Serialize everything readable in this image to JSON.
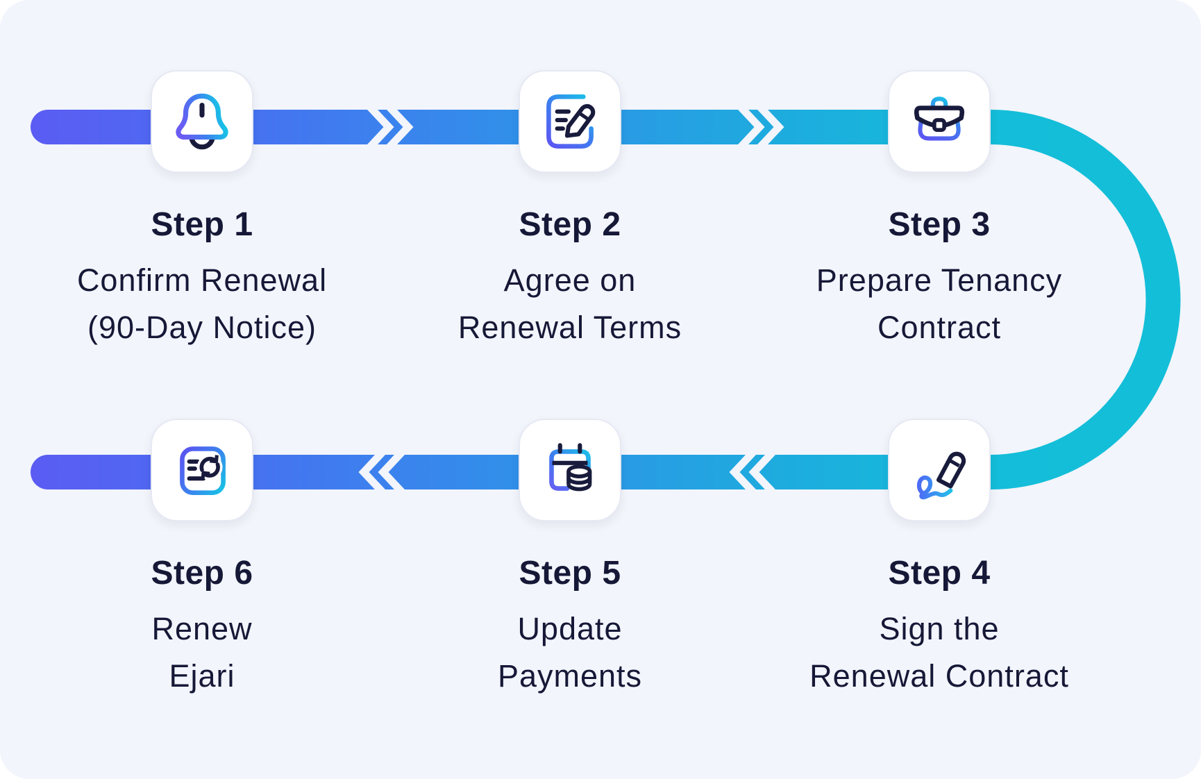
{
  "colors": {
    "panel_background": "#f2f5fb",
    "band_gradient_start": "#5b5cf3",
    "band_gradient_mid": "#3b82ee",
    "band_gradient_end": "#14bdd9",
    "icon_stroke_dark": "#191b3c",
    "text": "#161837",
    "card_background": "#ffffff",
    "card_border": "#e6e9f3"
  },
  "flow": {
    "top_row_direction": "left-to-right",
    "bottom_row_direction": "right-to-left"
  },
  "steps": [
    {
      "label": "Step 1",
      "line1": "Confirm Renewal",
      "line2": "(90-Day Notice)",
      "icon": "bell-icon"
    },
    {
      "label": "Step 2",
      "line1": "Agree on",
      "line2": "Renewal Terms",
      "icon": "note-edit-icon"
    },
    {
      "label": "Step 3",
      "line1": "Prepare Tenancy",
      "line2": "Contract",
      "icon": "briefcase-icon"
    },
    {
      "label": "Step 4",
      "line1": "Sign the",
      "line2": "Renewal Contract",
      "icon": "signature-pen-icon"
    },
    {
      "label": "Step 5",
      "line1": "Update",
      "line2": "Payments",
      "icon": "calendar-payments-icon"
    },
    {
      "label": "Step 6",
      "line1": "Renew",
      "line2": "Ejari",
      "icon": "document-renew-icon"
    }
  ]
}
